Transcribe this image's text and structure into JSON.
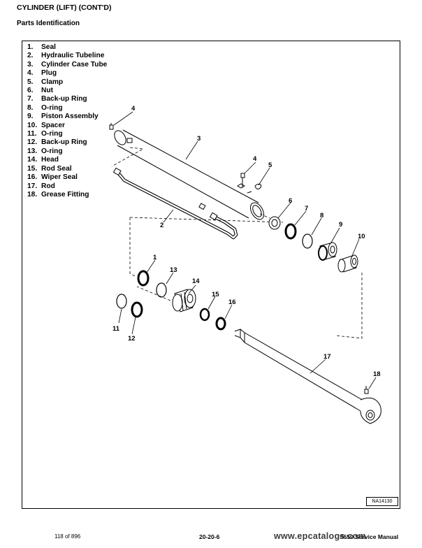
{
  "header": {
    "title": "CYLINDER (LIFT) (CONT'D)",
    "section": "Parts Identification"
  },
  "parts": [
    {
      "num": "1.",
      "name": "Seal"
    },
    {
      "num": "2.",
      "name": "Hydraulic Tubeline"
    },
    {
      "num": "3.",
      "name": "Cylinder Case Tube"
    },
    {
      "num": "4.",
      "name": "Plug"
    },
    {
      "num": "5.",
      "name": "Clamp"
    },
    {
      "num": "6.",
      "name": "Nut"
    },
    {
      "num": "7.",
      "name": "Back-up Ring"
    },
    {
      "num": "8.",
      "name": "O-ring"
    },
    {
      "num": "9.",
      "name": "Piston Assembly"
    },
    {
      "num": "10.",
      "name": "Spacer"
    },
    {
      "num": "11.",
      "name": "O-ring"
    },
    {
      "num": "12.",
      "name": "Back-up Ring"
    },
    {
      "num": "13.",
      "name": "O-ring"
    },
    {
      "num": "14.",
      "name": "Head"
    },
    {
      "num": "15.",
      "name": "Rod Seal"
    },
    {
      "num": "16.",
      "name": "Wiper Seal"
    },
    {
      "num": "17.",
      "name": "Rod"
    },
    {
      "num": "18.",
      "name": "Grease Fitting"
    }
  ],
  "callouts": {
    "c4a": "4",
    "c3": "3",
    "c4b": "4",
    "c5": "5",
    "c2": "2",
    "c6": "6",
    "c7": "7",
    "c8": "8",
    "c9": "9",
    "c10": "10",
    "c1": "1",
    "c13": "13",
    "c14": "14",
    "c15": "15",
    "c16": "16",
    "c11": "11",
    "c12": "12",
    "c17": "17",
    "c18": "18"
  },
  "figure_id": "NA14130",
  "footer": {
    "page": "118 of 896",
    "section_number": "20-20-6",
    "manual": "S650 Service Manual"
  },
  "watermark": "www.epcatalogs.com"
}
